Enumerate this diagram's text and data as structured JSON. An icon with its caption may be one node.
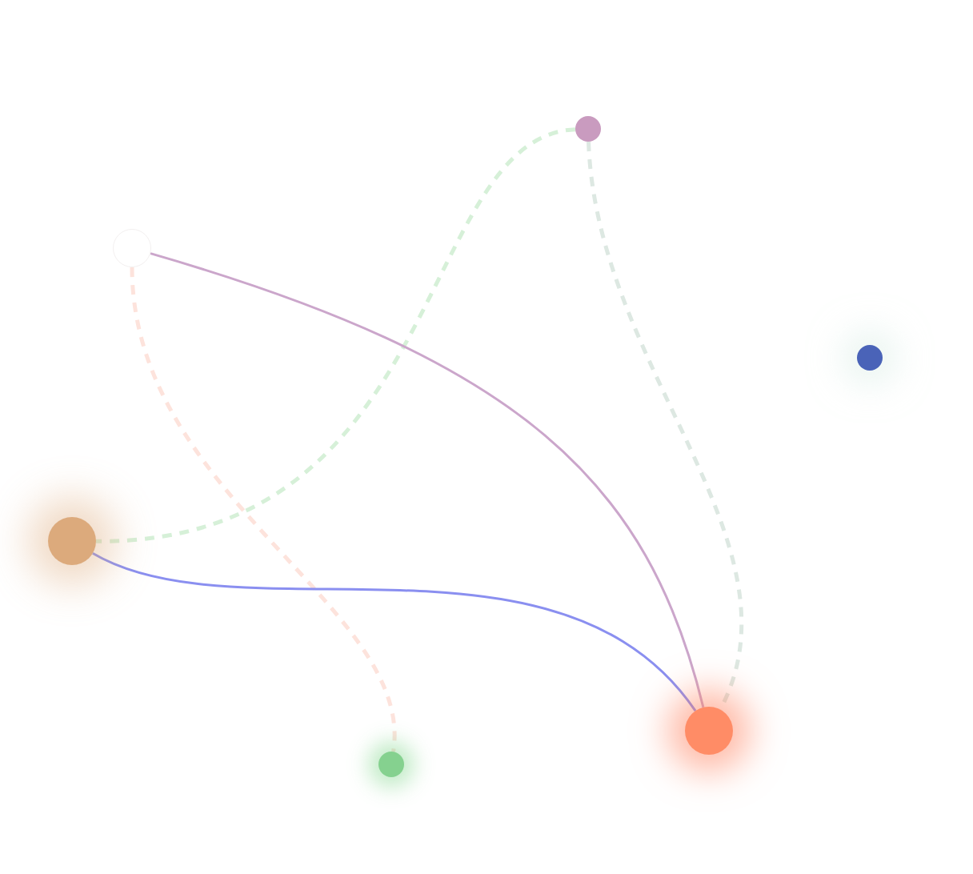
{
  "diagram": {
    "nodes": [
      {
        "text": [],
        "shape": "circle"
      },
      {
        "text": [],
        "shape": "circle"
      },
      {
        "text": [],
        "shape": "circle"
      },
      {
        "text": [],
        "shape": "circle"
      },
      {
        "text": [],
        "shape": "circle"
      },
      {
        "text": [],
        "shape": "circle"
      }
    ],
    "edges": [
      {
        "from": 0,
        "to": 3,
        "arrow": "none",
        "style": "dashed",
        "color": "#d6f0d8"
      },
      {
        "from": 0,
        "to": 4,
        "arrow": "none",
        "style": "dashed",
        "color": "#dde8e2"
      },
      {
        "from": 1,
        "to": 4,
        "arrow": "none",
        "color": "#cba6cb"
      },
      {
        "from": 1,
        "to": 5,
        "arrow": "none",
        "style": "dashed",
        "color": "#fde3dc"
      },
      {
        "from": 3,
        "to": 4,
        "arrow": "none",
        "color": "#8a8ff0"
      }
    ]
  }
}
